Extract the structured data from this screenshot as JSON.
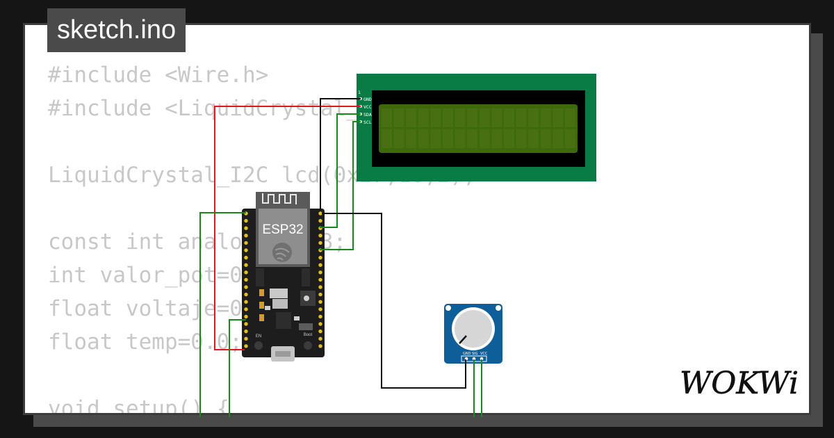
{
  "title": "sketch.ino",
  "code_lines": [
    "#include <Wire.h>",
    "#include <LiquidCrystal_I2C.h>",
    "",
    "LiquidCrystal_I2C lcd(0x27,16,2);",
    "",
    "const int analogPin=13;",
    "int valor_pot=0;",
    "float voltaje=0.0;",
    "float temp=0.0;",
    "",
    "void setup() {"
  ],
  "lcd": {
    "pins": [
      "1",
      "GND",
      "VCC",
      "SDA",
      "SCL"
    ]
  },
  "esp32": {
    "label": "ESP32",
    "boot_label": "Boot",
    "en_label": "EN"
  },
  "potentiometer": {
    "pins": [
      "GND",
      "SIG",
      "VCC"
    ]
  },
  "logo": "WOKWi",
  "colors": {
    "frame": "#151515",
    "tab": "#4a4a4a",
    "code_text": "#c8c8c8",
    "lcd_board": "#087c44",
    "lcd_screen": "#3d6a0a",
    "wire_red": "#e0161e",
    "wire_green": "#168a16",
    "wire_black": "#111111",
    "pot_board": "#0e5e99"
  }
}
